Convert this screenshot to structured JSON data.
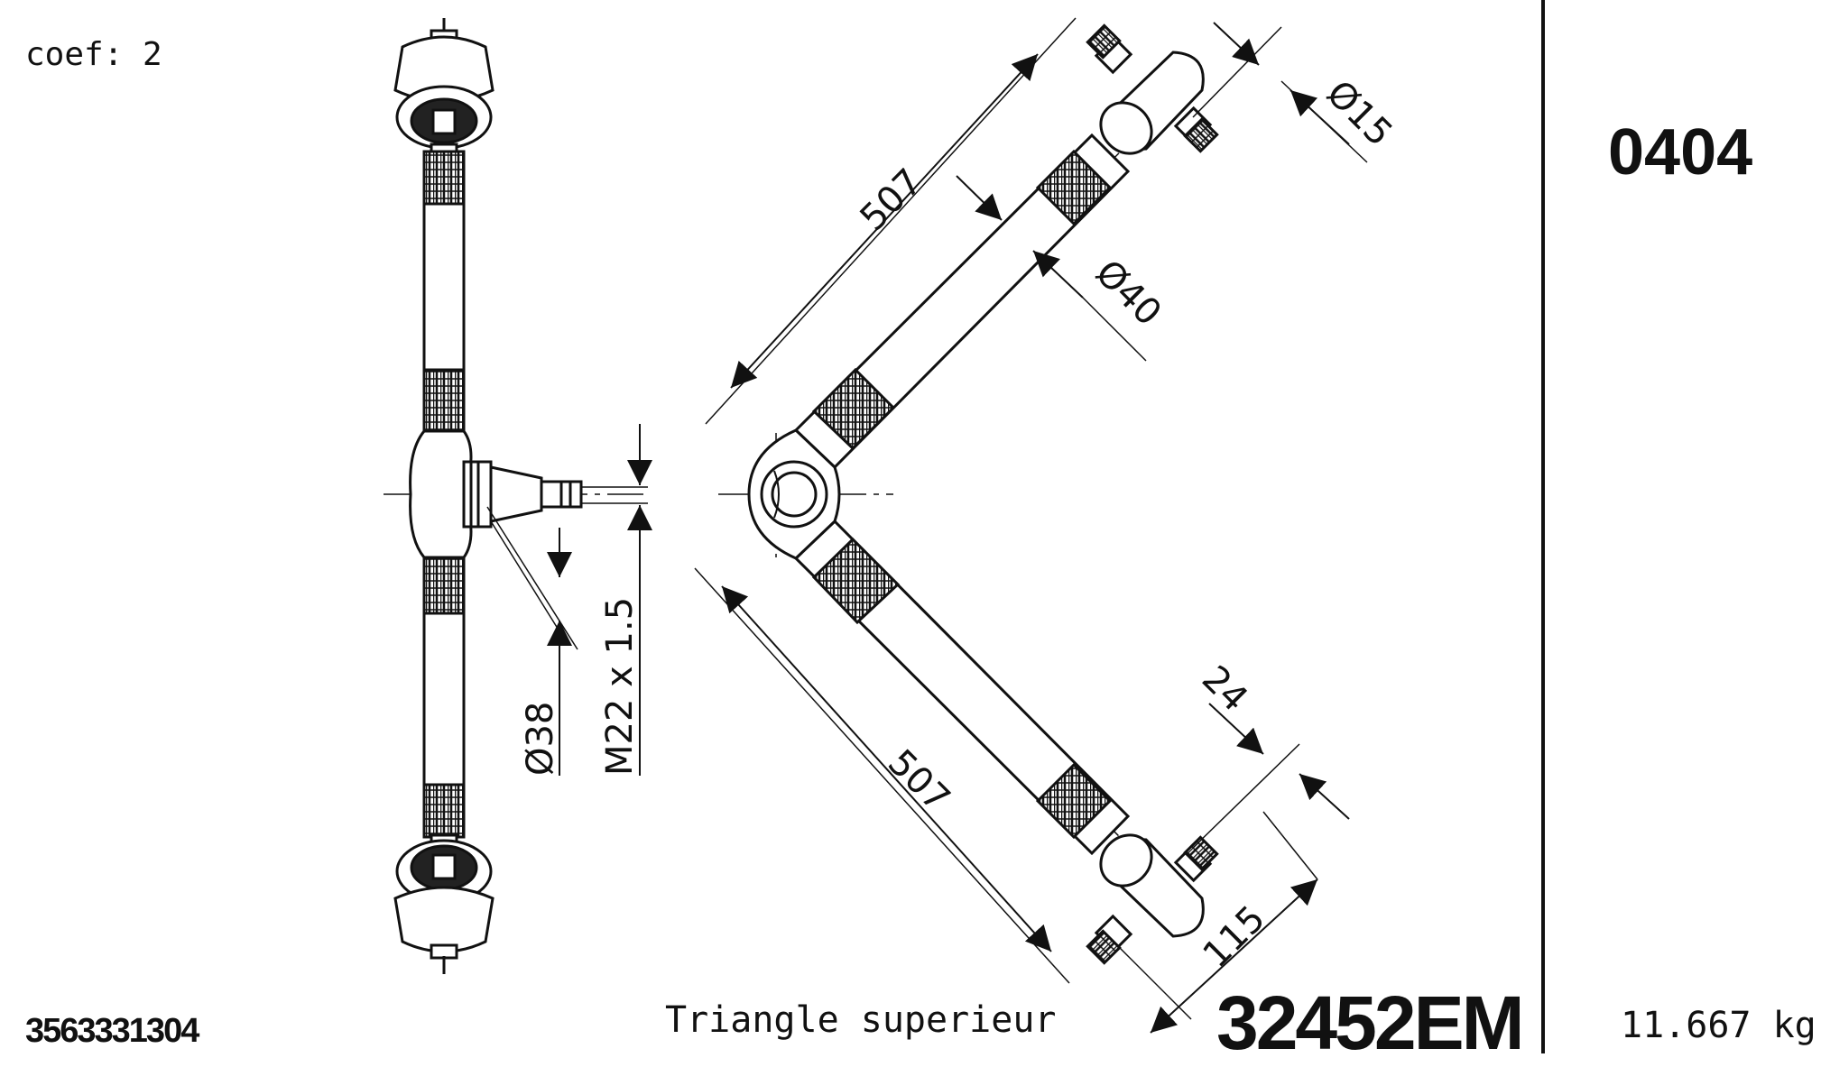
{
  "sheet": {
    "coef": "coef: 2",
    "bom_code": "0404",
    "ean": "3563331304",
    "part_name": "Triangle superieur",
    "part_number": "32452EM",
    "weight": "11.667 kg"
  },
  "dimensions": {
    "arm_length_upper": "507",
    "arm_length_lower": "507",
    "tube_diameter": "Ø40",
    "stud_diameter": "Ø15",
    "width_24": "24",
    "width_115": "115",
    "ball_joint_diameter": "Ø38",
    "thread": "M22 x 1.5"
  }
}
